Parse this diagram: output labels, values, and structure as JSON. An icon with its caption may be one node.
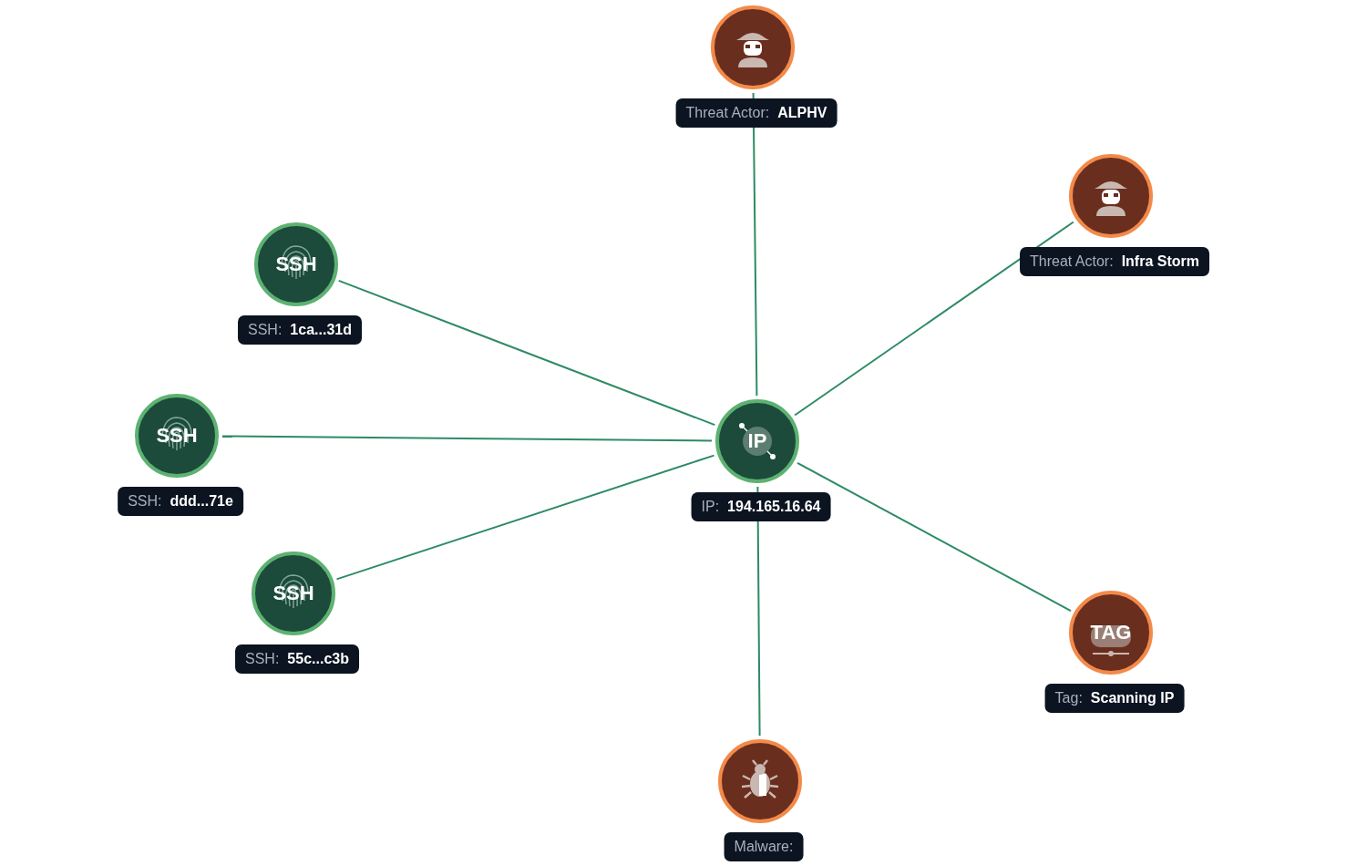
{
  "diagram": {
    "nodes": [
      {
        "text": [
          "Threat Actor:",
          "ALPHV"
        ]
      },
      {
        "text": [
          "Threat Actor:",
          "Infra Storm"
        ]
      },
      {
        "text": [
          "SSH",
          "SSH:",
          "1ca...31d"
        ]
      },
      {
        "text": [
          "SSH",
          "SSH:",
          "ddd...71e"
        ]
      },
      {
        "text": [
          "IP",
          "IP:",
          "194.165.16.64"
        ]
      },
      {
        "text": [
          "SSH",
          "SSH:",
          "55c...c3b"
        ]
      },
      {
        "text": [
          "TAG",
          "Tag:",
          "Scanning IP"
        ]
      },
      {
        "text": [
          "Malware:"
        ]
      }
    ],
    "edges": [
      {
        "from": 4,
        "to": 0,
        "arrow": "none"
      },
      {
        "from": 4,
        "to": 1,
        "arrow": "none"
      },
      {
        "from": 4,
        "to": 2,
        "arrow": "none"
      },
      {
        "from": 4,
        "to": 3,
        "arrow": "none"
      },
      {
        "from": 4,
        "to": 5,
        "arrow": "none"
      },
      {
        "from": 4,
        "to": 6,
        "arrow": "none"
      },
      {
        "from": 4,
        "to": 7,
        "arrow": "none"
      }
    ]
  }
}
